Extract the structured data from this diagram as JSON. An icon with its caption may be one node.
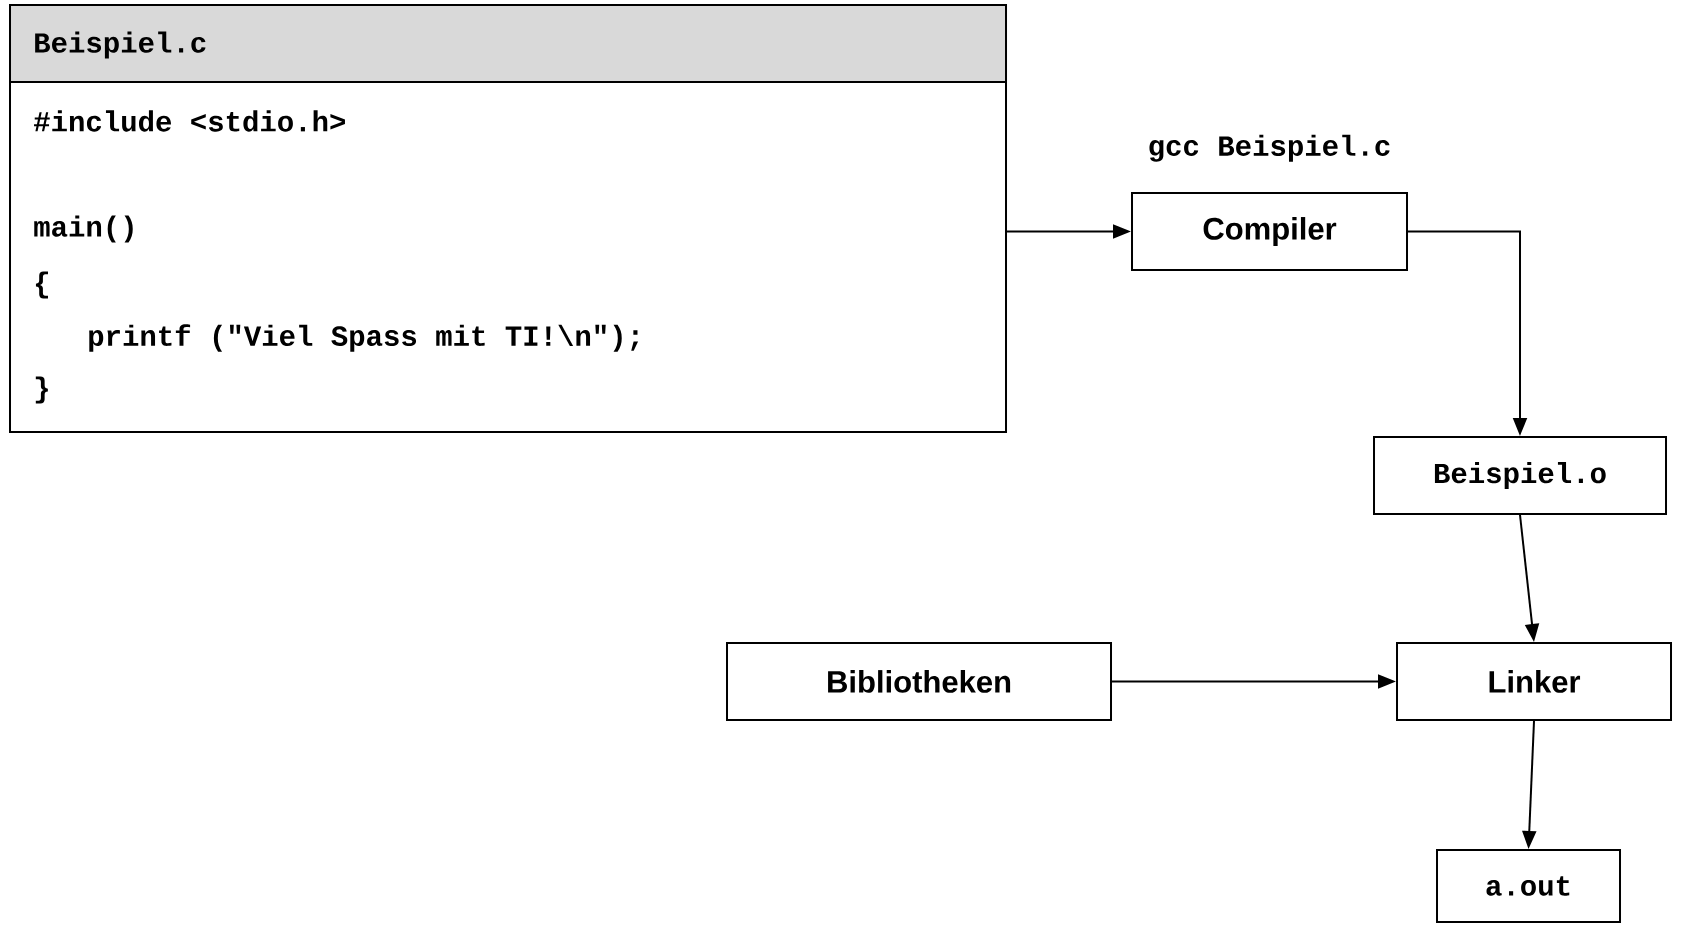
{
  "diagram": {
    "nodes": [
      {
        "text": [
          "Beispiel.c",
          "#include <stdio.h>",
          "main()",
          "{",
          "printf (\"Viel Spass mit TI!\\n\");",
          "}"
        ]
      },
      {
        "text": [
          "Compiler"
        ],
        "beside": [
          "gcc Beispiel.c"
        ]
      },
      {
        "text": [
          "Beispiel.o"
        ]
      },
      {
        "text": [
          "Linker"
        ]
      },
      {
        "text": [
          "Bibliotheken"
        ]
      },
      {
        "text": [
          "a.out"
        ]
      }
    ],
    "edges": [
      {
        "from": 0,
        "to": 1,
        "arrow": "to"
      },
      {
        "from": 1,
        "to": 2,
        "arrow": "to"
      },
      {
        "from": 2,
        "to": 3,
        "arrow": "to"
      },
      {
        "from": 4,
        "to": 3,
        "arrow": "to"
      },
      {
        "from": 3,
        "to": 5,
        "arrow": "to"
      }
    ]
  }
}
